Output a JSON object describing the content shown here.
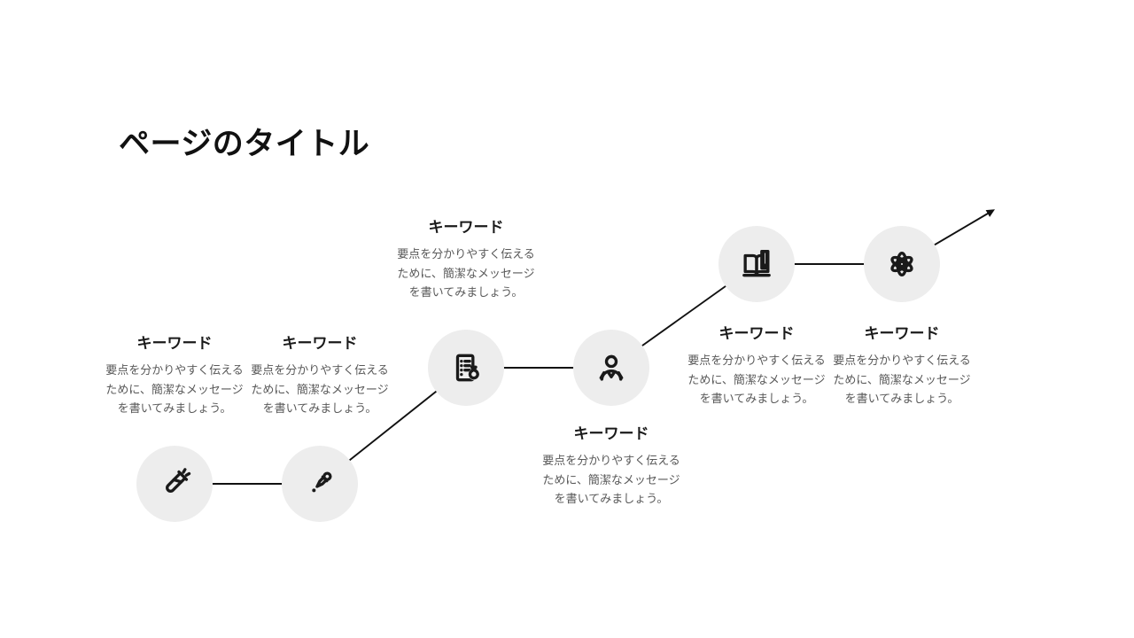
{
  "slide": {
    "title": "ページのタイトル",
    "colors": {
      "background": "#ffffff",
      "node_background": "#ededed",
      "icon_stroke": "#1a1a1a",
      "heading_text": "#1a1a1a",
      "body_text": "#595959",
      "connector_line": "#111111"
    },
    "timeline": {
      "direction": "ascending-right",
      "arrowhead": true,
      "node_count": 6
    },
    "nodes": [
      {
        "id": 1,
        "icon": "test-tube-icon",
        "label": "キーワード",
        "text_position": "above",
        "desc_lines": [
          "要点を分かりやすく伝える",
          "ために、簡潔なメッセージ",
          "を書いてみましょう。"
        ]
      },
      {
        "id": 2,
        "icon": "eyedropper-icon",
        "label": "キーワード",
        "text_position": "above",
        "desc_lines": [
          "要点を分かりやすく伝える",
          "ために、簡潔なメッセージ",
          "を書いてみましょう。"
        ]
      },
      {
        "id": 3,
        "icon": "lab-report-icon",
        "label": "キーワード",
        "text_position": "above",
        "desc_lines": [
          "要点を分かりやすく伝える",
          "ために、簡潔なメッセージ",
          "を書いてみましょう。"
        ]
      },
      {
        "id": 4,
        "icon": "scientist-icon",
        "label": "キーワード",
        "text_position": "below",
        "desc_lines": [
          "要点を分かりやすく伝える",
          "ために、簡潔なメッセージ",
          "を書いてみましょう。"
        ]
      },
      {
        "id": 5,
        "icon": "book-pen-icon",
        "label": "キーワード",
        "text_position": "below",
        "desc_lines": [
          "要点を分かりやすく伝える",
          "ために、簡潔なメッセージ",
          "を書いてみましょう。"
        ]
      },
      {
        "id": 6,
        "icon": "atom-icon",
        "label": "キーワード",
        "text_position": "below",
        "desc_lines": [
          "要点を分かりやすく伝える",
          "ために、簡潔なメッセージ",
          "を書いてみましょう。"
        ]
      }
    ]
  }
}
